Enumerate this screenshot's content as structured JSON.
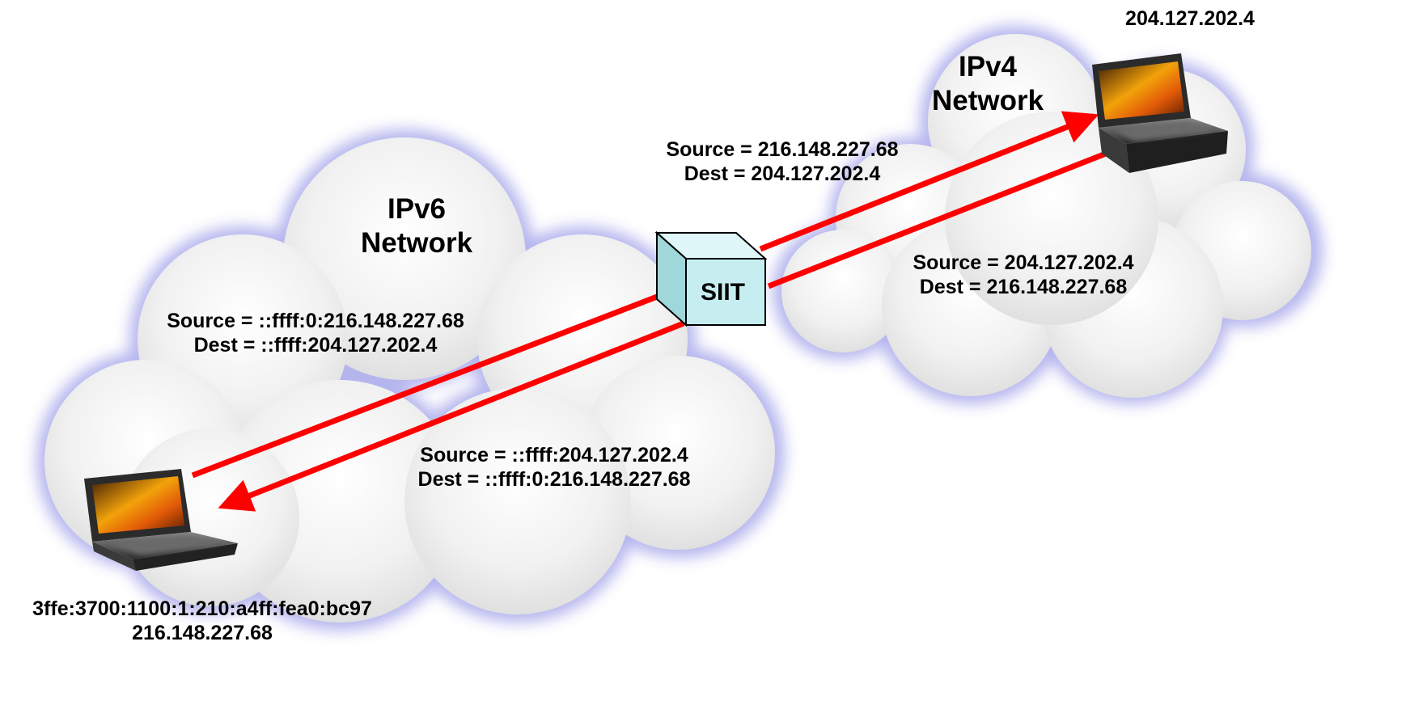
{
  "networks": {
    "ipv6": {
      "line1": "IPv6",
      "line2": "Network"
    },
    "ipv4": {
      "line1": "IPv4",
      "line2": "Network"
    }
  },
  "translator": {
    "label": "SIIT"
  },
  "hosts": {
    "ipv6_host": {
      "ipv6_address": "3ffe:3700:1100:1:210:a4ff:fea0:bc97",
      "ipv4_address": "216.148.227.68",
      "icon": "laptop-icon"
    },
    "ipv4_host": {
      "ipv4_address": "204.127.202.4",
      "icon": "laptop-icon"
    }
  },
  "packets": {
    "v6_outbound": {
      "source": "Source = ::ffff:0:216.148.227.68",
      "dest": "Dest = ::ffff:204.127.202.4"
    },
    "v4_outbound": {
      "source": "Source = 216.148.227.68",
      "dest": "Dest = 204.127.202.4"
    },
    "v4_return": {
      "source": "Source = 204.127.202.4",
      "dest": "Dest = 216.148.227.68"
    },
    "v6_return": {
      "source": "Source = ::ffff:204.127.202.4",
      "dest": "Dest = ::ffff:0:216.148.227.68"
    }
  },
  "colors": {
    "arrow": "#ff0000",
    "siit_box": "#c6eef0",
    "cloud": "#f3f3f3",
    "cloud_glow": "#a9a9ec"
  }
}
